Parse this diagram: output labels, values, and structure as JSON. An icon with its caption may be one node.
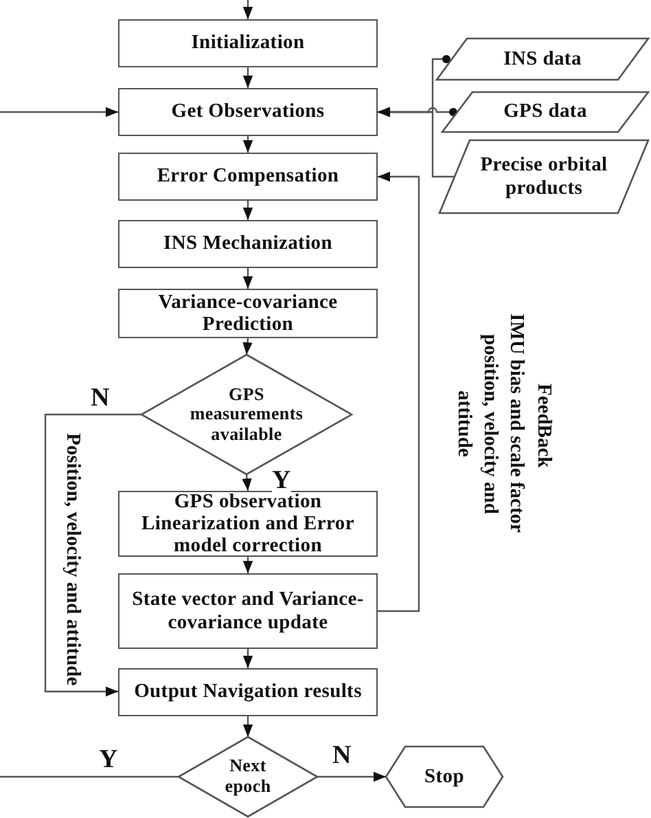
{
  "diagram": {
    "nodes": [
      {
        "text": [
          "Initialization"
        ]
      },
      {
        "text": [
          "Get Observations"
        ]
      },
      {
        "text": [
          "Error Compensation"
        ]
      },
      {
        "text": [
          "INS Mechanization"
        ]
      },
      {
        "text": [
          "Variance-covariance Prediction"
        ]
      },
      {
        "text": [
          "GPS measurements available"
        ]
      },
      {
        "text": [
          "GPS observation Linearization and Error model correction"
        ]
      },
      {
        "text": [
          "State vector and Variance-covariance update"
        ]
      },
      {
        "text": [
          "Output Navigation results"
        ]
      },
      {
        "text": [
          "Next epoch"
        ]
      },
      {
        "text": [
          "Stop"
        ]
      },
      {
        "text": [
          "INS data"
        ]
      },
      {
        "text": [
          "GPS data"
        ]
      },
      {
        "text": [
          "Precise orbital products"
        ]
      }
    ],
    "edges": [
      {
        "from": null,
        "to": 0,
        "arrow": "to"
      },
      {
        "from": 0,
        "to": 1,
        "arrow": "to"
      },
      {
        "from": 1,
        "to": 2,
        "arrow": "to"
      },
      {
        "from": 2,
        "to": 3,
        "arrow": "to"
      },
      {
        "from": 3,
        "to": 4,
        "arrow": "to"
      },
      {
        "from": 4,
        "to": 5,
        "arrow": "to"
      },
      {
        "from": 5,
        "to": 6,
        "arrow": "to",
        "label": "Y"
      },
      {
        "from": 6,
        "to": 7,
        "arrow": "to"
      },
      {
        "from": 7,
        "to": 8,
        "arrow": "to"
      },
      {
        "from": 5,
        "to": 8,
        "arrow": "to",
        "label": "N"
      },
      {
        "from": 7,
        "to": 2,
        "arrow": "to"
      },
      {
        "from": 8,
        "to": 9,
        "arrow": "to"
      },
      {
        "from": 9,
        "to": 10,
        "arrow": "to",
        "label": "N"
      },
      {
        "from": 9,
        "to": null,
        "arrow": "none",
        "label": "Y"
      },
      {
        "from": null,
        "to": 1,
        "arrow": "to"
      },
      {
        "from": 11,
        "to": 1,
        "arrow": "to"
      },
      {
        "from": 12,
        "to": 1,
        "arrow": "to"
      },
      {
        "from": 13,
        "to": 1,
        "arrow": "to"
      }
    ],
    "labels": [
      "Position, velocity and attitude",
      "FeedBack",
      "IMU bias and scale factor position, velocity and attitude"
    ]
  }
}
